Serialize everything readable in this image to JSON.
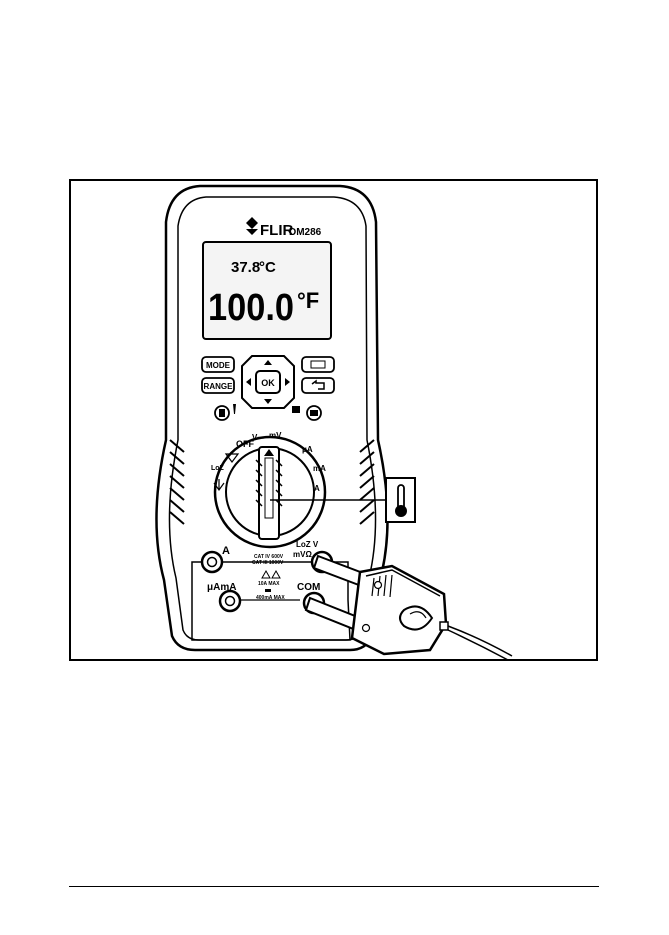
{
  "device": {
    "brand": "FLIR",
    "model": "DM286"
  },
  "display": {
    "secondary_reading": "37.8",
    "secondary_unit": "°C",
    "primary_reading": "100.0",
    "primary_unit": "°F"
  },
  "buttons": {
    "mode": "MODE",
    "range": "RANGE",
    "ok": "OK"
  },
  "dial": {
    "off": "OFF",
    "loz": "LoZ",
    "positions": [
      "V⎓",
      "mV",
      "μA",
      "mA",
      "A"
    ]
  },
  "terminals": {
    "a": "A",
    "uama": "μAmA",
    "com": "COM",
    "v_label_top": "LoZ V",
    "v_label_bottom": "mVΩ"
  },
  "ratings": {
    "line1": "CAT IV 600V",
    "line2": "CAT III 1000V",
    "fuse1": "10A MAX",
    "fuse2": "400mA MAX"
  },
  "colors": {
    "outline": "#000000",
    "lcd_fill": "#f4f4f4",
    "body_fill": "#ffffff"
  },
  "icons": [
    "thermometer-icon",
    "camera-icon",
    "video-icon",
    "flashlight-icon",
    "back-arrow-icon",
    "thermocouple-probe-icon"
  ]
}
